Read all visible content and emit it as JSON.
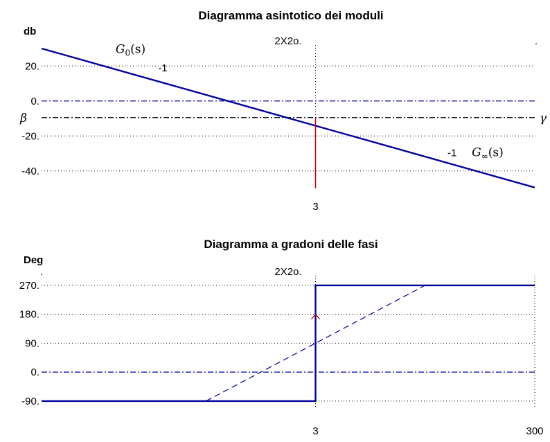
{
  "chart_data": [
    {
      "type": "line",
      "title": "Diagramma asintotico dei moduli",
      "ylabel": "db",
      "x_scale": "log",
      "xlim": [
        0.0095,
        300
      ],
      "ylim": [
        -50,
        32
      ],
      "yticks": [
        20,
        0,
        -20,
        -40
      ],
      "ytick_labels": [
        "20.",
        "0.",
        "-20.",
        "-40."
      ],
      "xtick_labels": [
        {
          "x": 3,
          "label": "3"
        }
      ],
      "top_label": "2X2o.",
      "top_dot": ".",
      "series": [
        {
          "values": [
            {
              "x": 0.0095,
              "y": 30.0
            },
            {
              "x": 300,
              "y": -49.5
            }
          ],
          "color": "#00009f"
        }
      ],
      "reference_lines": [
        {
          "y": 0,
          "style": "dashdot",
          "color": "#00009f"
        },
        {
          "y": -9.5,
          "style": "dashdot",
          "color": "#000000",
          "left_label": "β",
          "right_label": "γ"
        }
      ],
      "markers": [
        {
          "x": 3,
          "y_from": -9.5,
          "y_to": -50,
          "color": "#d00000"
        }
      ],
      "annotations": [
        {
          "x": 0.045,
          "y": 27.5,
          "text_main": "G",
          "text_sub": "0",
          "text_args": "(s)"
        },
        {
          "x": 0.11,
          "y": 17.0,
          "text": "-1"
        },
        {
          "x": 48,
          "y": -31.5,
          "text": "-1"
        },
        {
          "x": 80,
          "y": -31.5,
          "text_main": "G",
          "text_sub": "∞",
          "text_args": "(s)"
        }
      ]
    },
    {
      "type": "line",
      "title": "Diagramma a gradoni delle fasi",
      "ylabel": "Deg",
      "x_scale": "log",
      "xlim": [
        0.0095,
        300
      ],
      "ylim": [
        -114,
        300
      ],
      "yticks": [
        270,
        180,
        90,
        0,
        -90
      ],
      "ytick_labels": [
        "270.",
        "180.",
        "90.",
        "0.",
        "-90."
      ],
      "xtick_labels": [
        {
          "x": 3,
          "label": "3"
        },
        {
          "x": 300,
          "label": "300"
        }
      ],
      "top_label": "2X2o.",
      "top_dot": ".",
      "series": [
        {
          "values": [
            {
              "x": 0.0095,
              "y": -90
            },
            {
              "x": 3,
              "y": -90
            },
            {
              "x": 3,
              "y": 270
            },
            {
              "x": 300,
              "y": 270
            }
          ],
          "color": "#00009f",
          "style": "solid"
        },
        {
          "values": [
            {
              "x": 0.3,
              "y": -90
            },
            {
              "x": 30,
              "y": 270
            }
          ],
          "color": "#00009f",
          "style": "dashed"
        }
      ],
      "reference_lines": [
        {
          "y": 0,
          "style": "dashdot",
          "color": "#00009f"
        }
      ],
      "markers": [
        {
          "x": 3,
          "y": 180,
          "type": "arrow-up",
          "color": "#d00000"
        }
      ]
    }
  ]
}
